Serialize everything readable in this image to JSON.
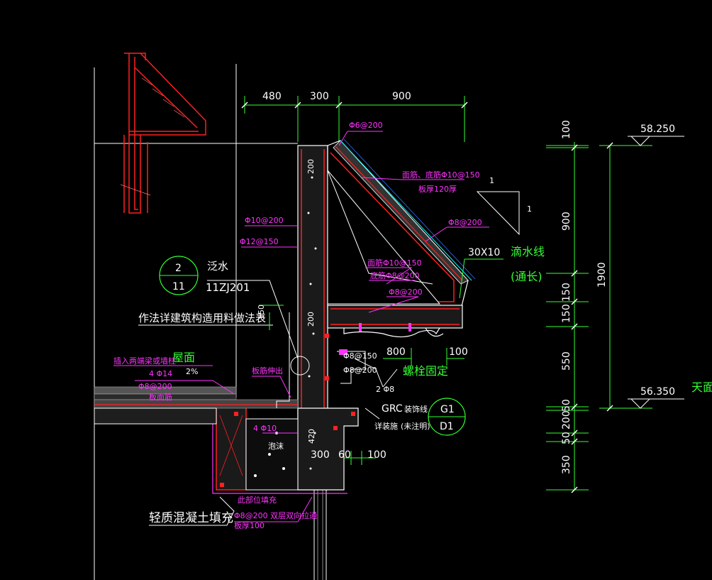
{
  "dims_top": [
    "480",
    "300",
    "900"
  ],
  "dims_right": [
    "100",
    "900",
    "150",
    "150",
    "550",
    "50",
    "200",
    "50",
    "350"
  ],
  "dim_total": "1900",
  "dims_bottom": [
    "420",
    "300",
    "60",
    "100"
  ],
  "dims_misc": [
    "150",
    "200",
    "200",
    "800",
    "100"
  ],
  "elev_top": "58.250",
  "elev_mid": "56.350",
  "label_tianmian": "天面",
  "slope_1": "1",
  "slope_2": "1",
  "rebar_top": "Φ6@200",
  "rebar_face": "面筋、底筋Φ10@150",
  "rebar_thk": "板厚120厚",
  "rebar_diag": "Φ8@200",
  "rebar_inner1": "面筋Φ10@150",
  "rebar_inner2": "底筋Φ8@200",
  "rebar_inner3": "Φ8@200",
  "rebar_wall1": "Φ10@200",
  "rebar_wall2": "Φ12@150",
  "drip_size": "30X10",
  "drip_label": "滴水线",
  "drip_sub": "(通长)",
  "callout_num": "2",
  "callout_ref": "11",
  "fanshui": "泛水",
  "std_ref": "11ZJ201",
  "note_method": "作法详建筑构造用料做法表",
  "roof_label": "屋面",
  "slope_pct": "2%",
  "note_column": "插入两端梁或墙柱",
  "note_r1": "4 Φ14",
  "note_r2": "Φ8@200",
  "note_r3": "板面筋",
  "note_pipe": "板筋伸出",
  "note_4phi": "4 Φ10",
  "note_fill": "泡沫",
  "bolt_1": "Φ8@150",
  "bolt_2": "Φ8@200",
  "bolt_label": "螺栓固定",
  "bolt_3": "2 Φ8",
  "grc": "GRC",
  "grc_sub": "装饰线",
  "grc_note": "详装施",
  "grc_note2": "(未注明)",
  "g1": "G1",
  "d1": "D1",
  "bot_note1": "此部位填充",
  "bot_note2": "Φ8@200 双层双向拉通",
  "bot_note3": "板厚100",
  "light_fill": "轻质混凝土填充"
}
